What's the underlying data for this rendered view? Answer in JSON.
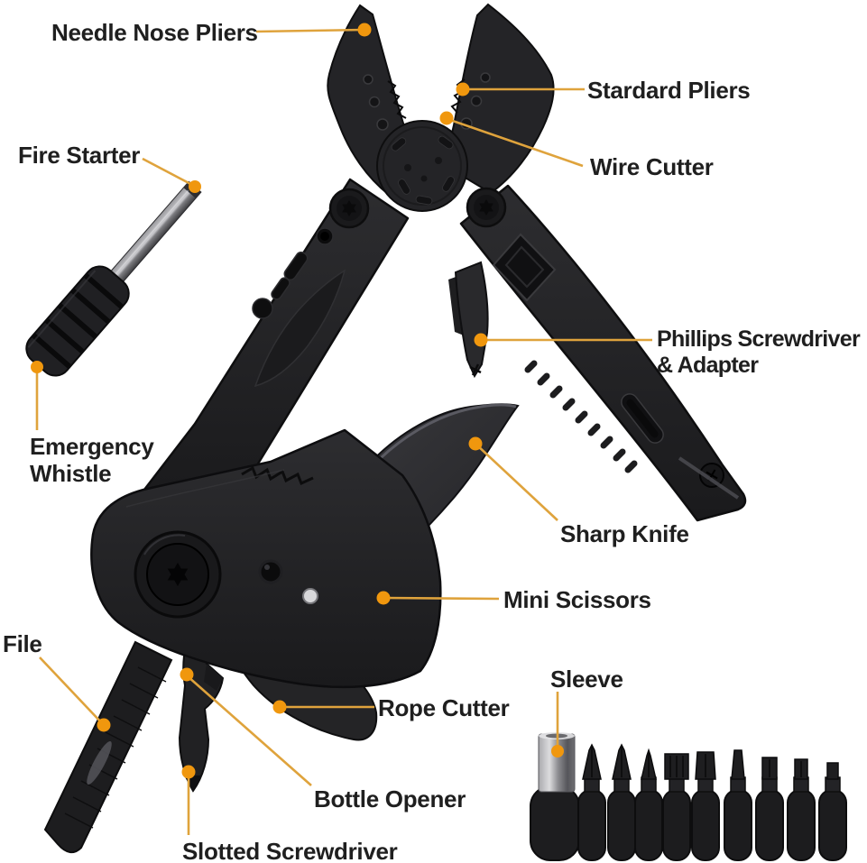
{
  "page": {
    "background_color": "#ffffff"
  },
  "style": {
    "leader_line_color": "#DFA33C",
    "dot_color": "#F0970E",
    "label_color": "#1F1F1F",
    "tool_body_color": "#232325",
    "metal_color": "#C9C9CD"
  },
  "annotations": [
    {
      "id": "needle-nose-pliers",
      "label": "Needle Nose Pliers"
    },
    {
      "id": "stardard-pliers",
      "label": "Stardard Pliers"
    },
    {
      "id": "wire-cutter",
      "label": "Wire Cutter"
    },
    {
      "id": "fire-starter",
      "label": "Fire Starter"
    },
    {
      "id": "phillips-screwdriver-adapter",
      "label": "Phillips Screwdriver\n& Adapter"
    },
    {
      "id": "emergency-whistle",
      "label": "Emergency\nWhistle"
    },
    {
      "id": "sharp-knife",
      "label": "Sharp Knife"
    },
    {
      "id": "mini-scissors",
      "label": "Mini Scissors"
    },
    {
      "id": "file",
      "label": "File"
    },
    {
      "id": "rope-cutter",
      "label": "Rope Cutter"
    },
    {
      "id": "bottle-opener",
      "label": "Bottle Opener"
    },
    {
      "id": "slotted-screwdriver",
      "label": "Slotted Screwdriver"
    },
    {
      "id": "sleeve",
      "label": "Sleeve"
    }
  ],
  "bit_set": {
    "count": 10,
    "items": [
      "sleeve",
      "phillips-bit",
      "phillips-bit",
      "phillips-bit",
      "slotted-bit-wide",
      "slotted-bit",
      "slotted-bit-narrow",
      "hex-bit",
      "hex-bit",
      "hex-bit"
    ]
  }
}
